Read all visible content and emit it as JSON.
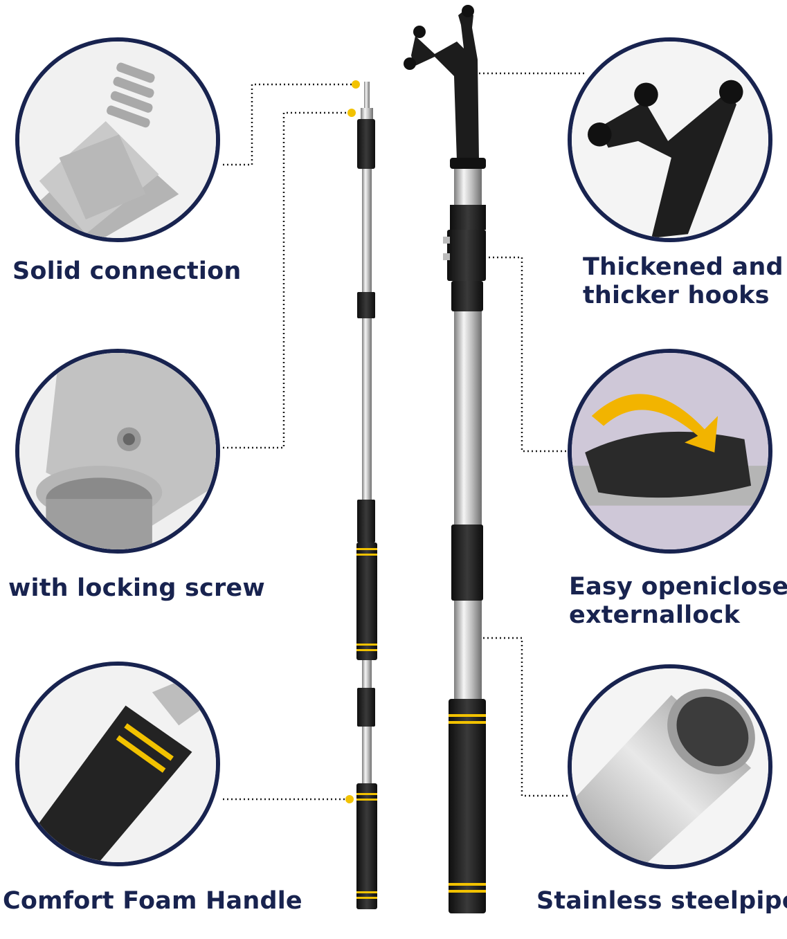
{
  "features": {
    "solid_connection": "Solid connection",
    "thickened_hooks_line1": "Thickened and",
    "thickened_hooks_line2": "thicker hooks",
    "locking_screw": "with locking screw",
    "easy_lock_line1": "Easy openiclose",
    "easy_lock_line2": "externallock",
    "foam_handle": "Comfort Foam Handle",
    "steel_pipe": "Stainless steelpipe"
  },
  "colors": {
    "label_text": "#18234f",
    "circle_border": "#18234f",
    "accent_yellow": "#f2c200",
    "grip_black": "#1b1b1b",
    "steel": "#c8c8c8"
  },
  "icons": {
    "screw_thread": "screw-thread-detail",
    "hook_head": "hook-head-detail",
    "locking_screw": "locking-screw-detail",
    "external_lock": "external-lock-detail",
    "foam_grip": "foam-grip-detail",
    "steel_tube": "steel-tube-detail"
  }
}
